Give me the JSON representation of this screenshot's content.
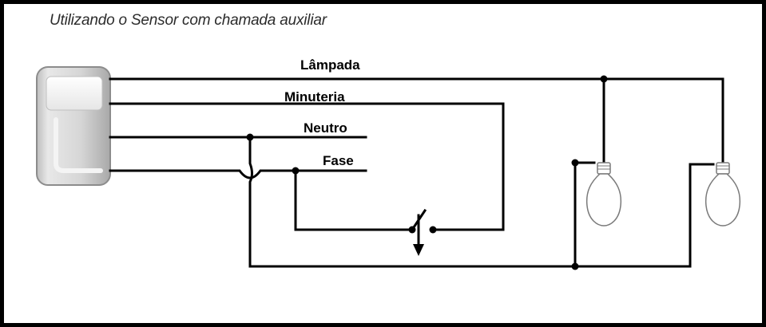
{
  "title": "Utilizando o Sensor com chamada auxiliar",
  "wires": {
    "lampada": "Lâmpada",
    "minuteria": "Minuteria",
    "neutro": "Neutro",
    "fase": "Fase"
  },
  "colors": {
    "frame": "#000000",
    "wire": "#000000",
    "sensor_body": "#d9d9d9",
    "bulb_outline": "#7a7a7a"
  },
  "icons": [
    "sensor-icon",
    "switch-icon",
    "bulb-icon"
  ]
}
